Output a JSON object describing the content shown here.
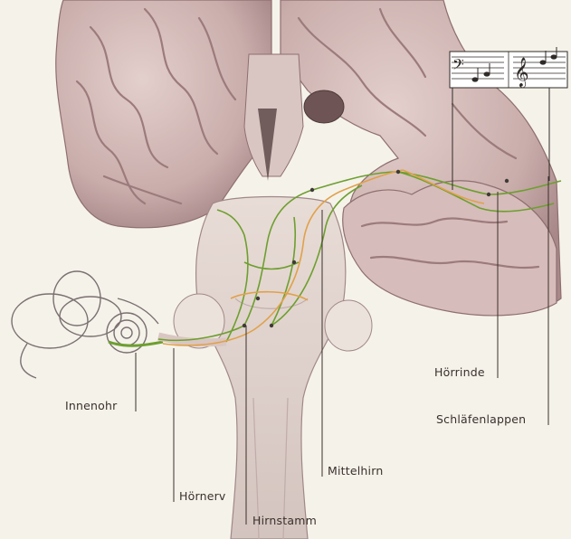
{
  "labels": {
    "innenohr": "Innenohr",
    "hoernerv": "Hörnerv",
    "hirnstamm": "Hirnstamm",
    "mittelhirn": "Mittelhirn",
    "hoerrinde": "Hörrinde",
    "schlaefenlappen": "Schläfenlappen"
  },
  "colors": {
    "paper": "#f5f2ea",
    "brain_tissue": "#cdb3b2",
    "brain_shadow": "#a88889",
    "pathway_green": "#6d9f2f",
    "pathway_orange": "#e0a14a",
    "leader_line": "#3a302c"
  }
}
